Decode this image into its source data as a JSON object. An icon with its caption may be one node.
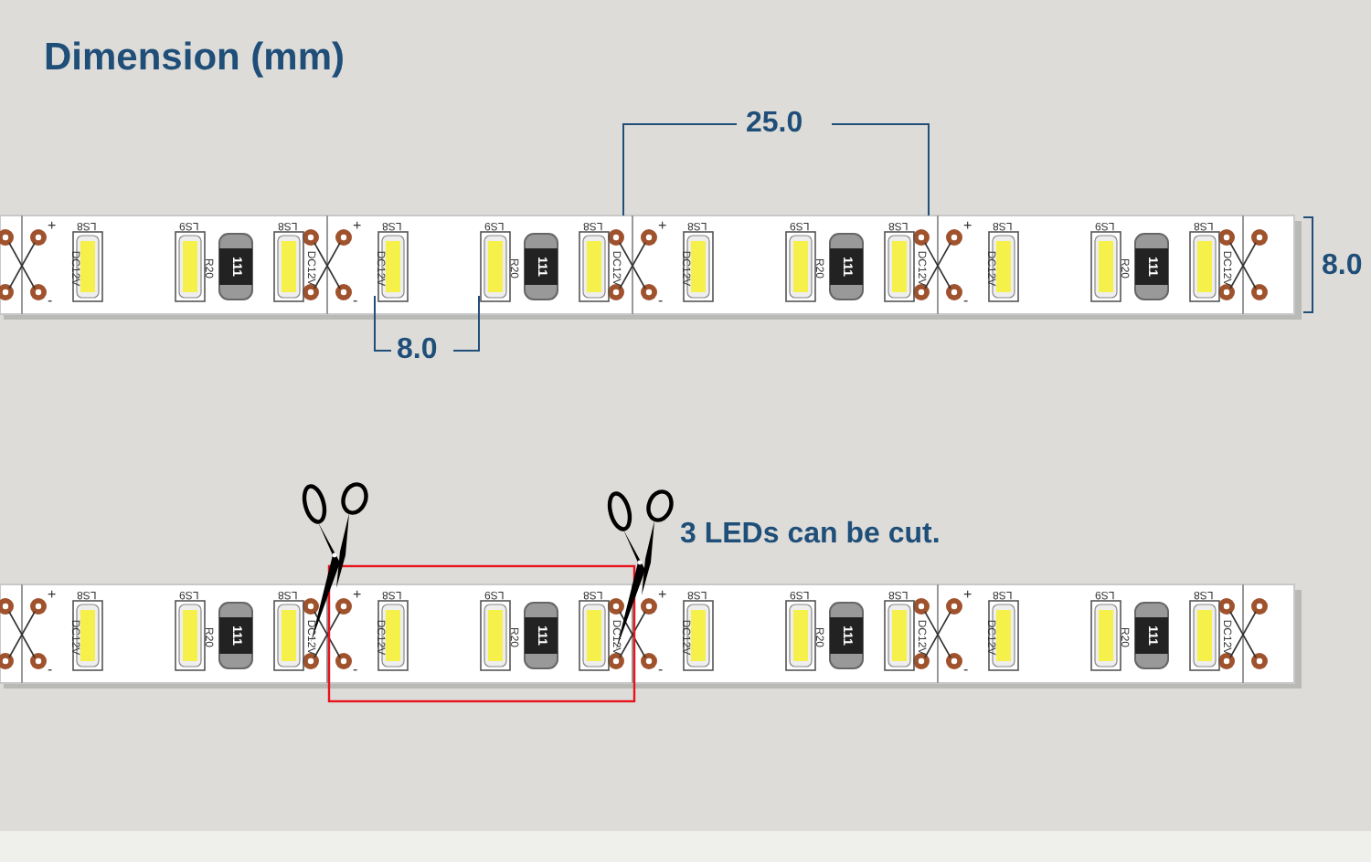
{
  "diagram": {
    "title": "Dimension (mm)",
    "labels": [
      "25.0",
      "8.0",
      "8.0",
      "3 LEDs can be cut.",
      "+",
      "-",
      "LS8",
      "DC12V",
      "LS9",
      "R20",
      "111",
      "LS8",
      "DC12V",
      "+",
      "-",
      "LS8",
      "DC12V",
      "LS9",
      "R20",
      "111",
      "LS8",
      "DC12V",
      "+",
      "-",
      "LS8",
      "DC12V",
      "LS9",
      "R20",
      "111",
      "LS8",
      "DC12V",
      "+",
      "-",
      "LS8",
      "DC12V",
      "LS9",
      "R20",
      "111",
      "LS8",
      "DC12V",
      "+",
      "-",
      "LS8",
      "DC12V",
      "LS9",
      "R20",
      "111",
      "LS8",
      "DC12V",
      "+",
      "-",
      "LS8",
      "DC12V",
      "LS9",
      "R20",
      "111",
      "LS8",
      "DC12V",
      "+",
      "-",
      "LS8",
      "DC12V",
      "LS9",
      "R20",
      "111",
      "LS8",
      "DC12V",
      "+",
      "-",
      "LS8",
      "DC12V",
      "LS9",
      "R20",
      "111",
      "LS8",
      "DC12V"
    ]
  }
}
